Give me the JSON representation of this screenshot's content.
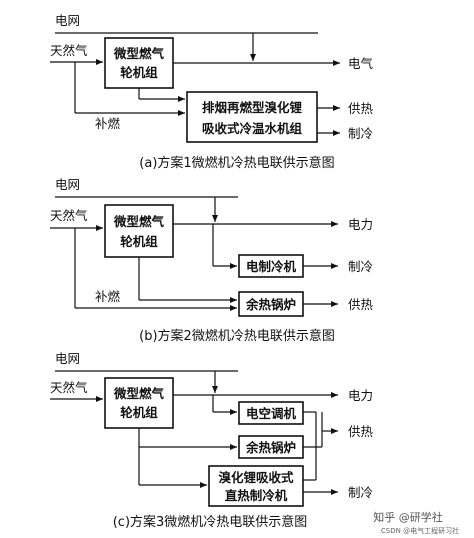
{
  "scheme1": {
    "grid": "电网",
    "gas": "天然气",
    "turbine": [
      "微型燃气",
      "轮机组"
    ],
    "supplement": "补燃",
    "chiller": [
      "排烟再燃型溴化锂",
      "吸收式冷温水机组"
    ],
    "out_power": "电气",
    "out_heat": "供热",
    "out_cool": "制冷",
    "caption": "(a)方案1微燃机冷热电联供示意图"
  },
  "scheme2": {
    "grid": "电网",
    "gas": "天然气",
    "turbine": [
      "微型燃气",
      "轮机组"
    ],
    "supplement": "补燃",
    "electric_chiller": "电制冷机",
    "boiler": "余热锅炉",
    "out_power": "电力",
    "out_cool": "制冷",
    "out_heat": "供热",
    "caption": "(b)方案2微燃机冷热电联供示意图"
  },
  "scheme3": {
    "grid": "电网",
    "gas": "天然气",
    "turbine": [
      "微型燃气",
      "轮机组"
    ],
    "ac": "电空调机",
    "boiler": "余热锅炉",
    "absorption": [
      "溴化锂吸收式",
      "直热制冷机"
    ],
    "out_power": "电力",
    "out_heat": "供热",
    "out_cool": "制冷",
    "caption": "(c)方案3微燃机冷热电联供示意图"
  },
  "watermark": {
    "main": "知乎 @研学社",
    "sub": "CSDN @电气工程研习社"
  }
}
